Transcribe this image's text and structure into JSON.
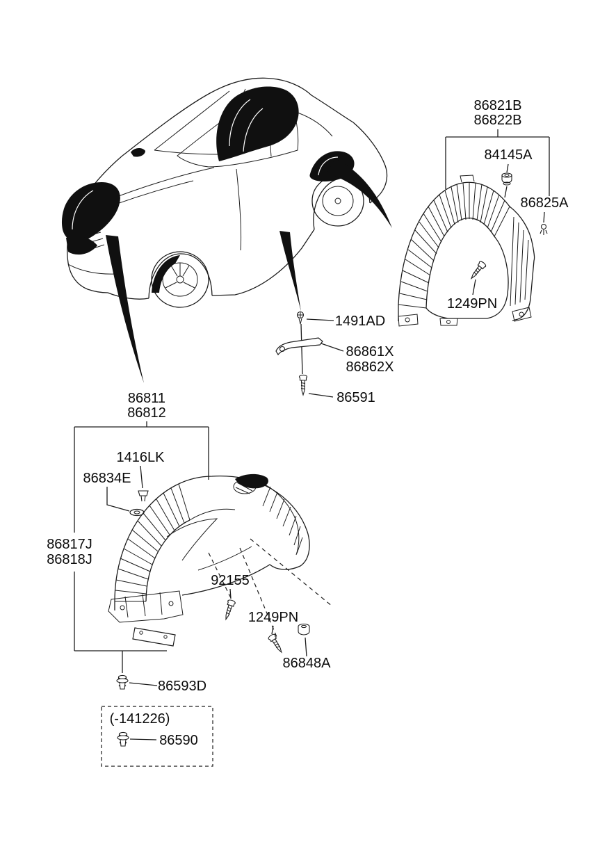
{
  "diagram": {
    "labels": {
      "rear_guard_upper": "86821B",
      "rear_guard_lower": "86822B",
      "nut_84145a": "84145A",
      "clip_86825a": "86825A",
      "screw_1249pn_rear": "1249PN",
      "clip_1491ad": "1491AD",
      "bracket_upper": "86861X",
      "bracket_lower": "86862X",
      "screw_86591": "86591",
      "front_guard_upper": "86811",
      "front_guard_lower": "86812",
      "clip_1416lk": "1416LK",
      "grommet_86834e": "86834E",
      "guard_lh": "86817J",
      "guard_rh": "86818J",
      "screw_92155": "92155",
      "screw_1249pn_front": "1249PN",
      "nut_86848a": "86848A",
      "clip_86593d": "86593D",
      "production_range": "(-141226)",
      "clip_86590": "86590"
    }
  }
}
